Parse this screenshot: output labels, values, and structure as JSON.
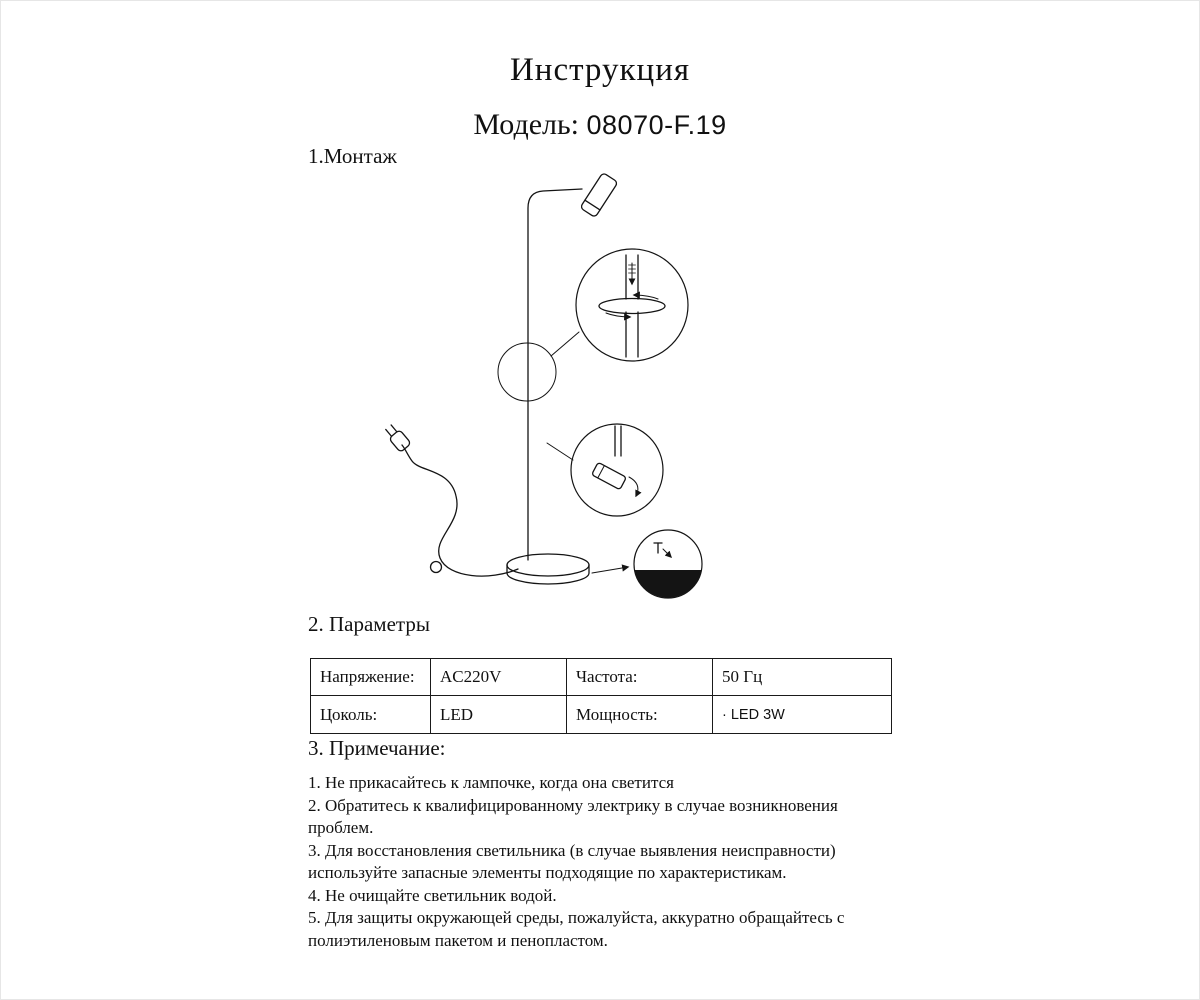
{
  "header": {
    "title": "Инструкция",
    "model_label": "Модель:",
    "model_value": "08070-F.19"
  },
  "sections": {
    "assembly": "1.Монтаж",
    "parameters": "2. Параметры",
    "notes": "3. Примечание:"
  },
  "diagram": {
    "description": "floor-lamp-assembly-drawing",
    "line_color": "#141414"
  },
  "parameters_table": {
    "row1": {
      "c1_label": "Напряжение:",
      "c1_value": "AC220V",
      "c2_label": "Частота:",
      "c2_value": "50 Гц"
    },
    "row2": {
      "c1_label": "Цоколь:",
      "c1_value": "LED",
      "c2_label": "Мощность:",
      "c2_value": "· LED 3W"
    }
  },
  "notes": {
    "n1": "1. Не прикасайтесь к лампочке, когда она светится",
    "n2": "2. Обратитесь к квалифицированному электрику в случае возникновения проблем.",
    "n3": "3. Для восстановления светильника (в случае  выявления неисправности) используйте запасные элементы подходящие по характеристикам.",
    "n4": "4. Не очищайте  светильник водой.",
    "n5": "5. Для защиты окружающей среды, пожалуйста, аккуратно обращайтесь с полиэтиленовым пакетом и пенопластом."
  }
}
